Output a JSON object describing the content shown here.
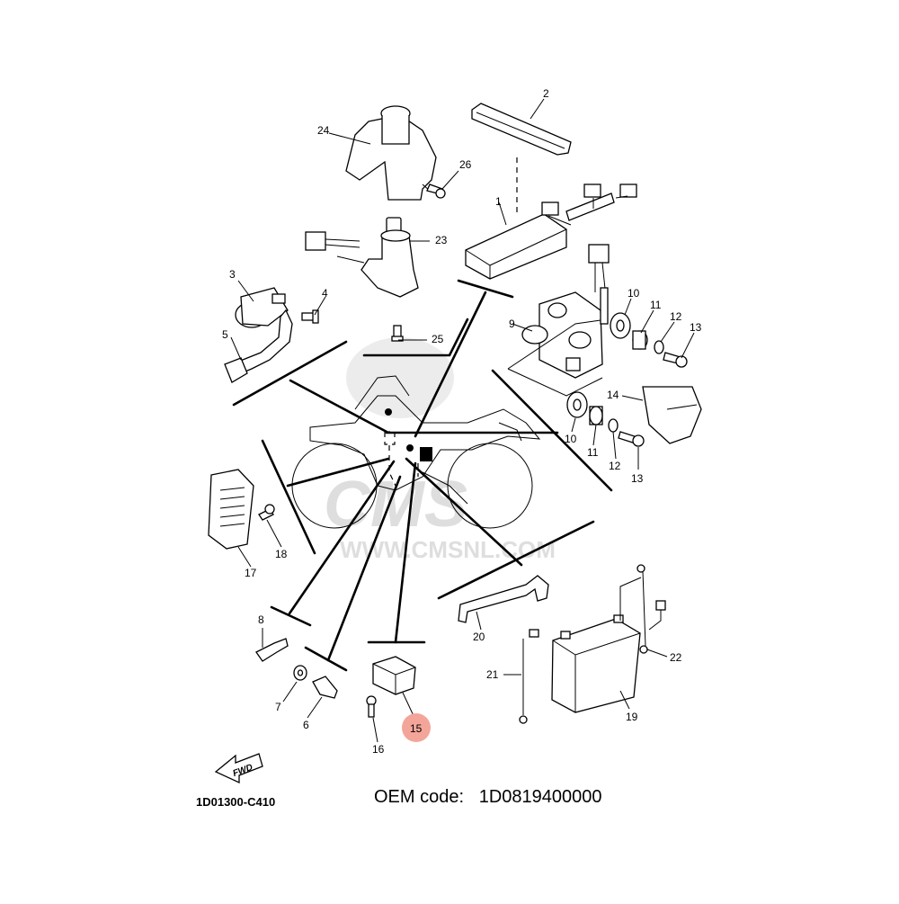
{
  "diagram": {
    "diagram_code": "1D01300-C410",
    "oem_label": "OEM code:",
    "oem_code": "1D0819400000",
    "fwd_label": "FWD",
    "watermark_brand": "CMS",
    "watermark_url": "WWW.CMSNL.COM",
    "highlight_color": "#f4a59a",
    "highlighted_part": "15",
    "callouts": [
      "1",
      "2",
      "3",
      "4",
      "5",
      "6",
      "7",
      "8",
      "9",
      "10",
      "11",
      "12",
      "13",
      "14",
      "15",
      "16",
      "17",
      "18",
      "19",
      "20",
      "21",
      "22",
      "23",
      "24",
      "25",
      "26"
    ],
    "callout_repeats": [
      "10",
      "11",
      "12",
      "13"
    ]
  }
}
